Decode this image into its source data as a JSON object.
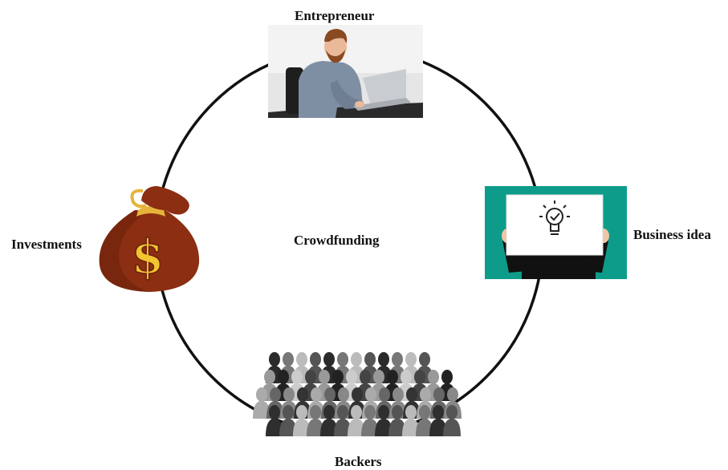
{
  "diagram": {
    "center_label": "Crowdfunding",
    "nodes": [
      {
        "id": "entrepreneur",
        "label": "Entrepreneur",
        "icon": "entrepreneur-at-laptop-icon"
      },
      {
        "id": "business-idea",
        "label": "Business idea",
        "icon": "lightbulb-sign-icon"
      },
      {
        "id": "backers",
        "label": "Backers",
        "icon": "crowd-icon"
      },
      {
        "id": "investments",
        "label": "Investments",
        "icon": "money-bag-icon"
      }
    ],
    "colors": {
      "circle": "#111111",
      "teal_background": "#0e9c8a",
      "money_bag": "#8b2e12",
      "dollar_sign": "#f2c530"
    }
  }
}
